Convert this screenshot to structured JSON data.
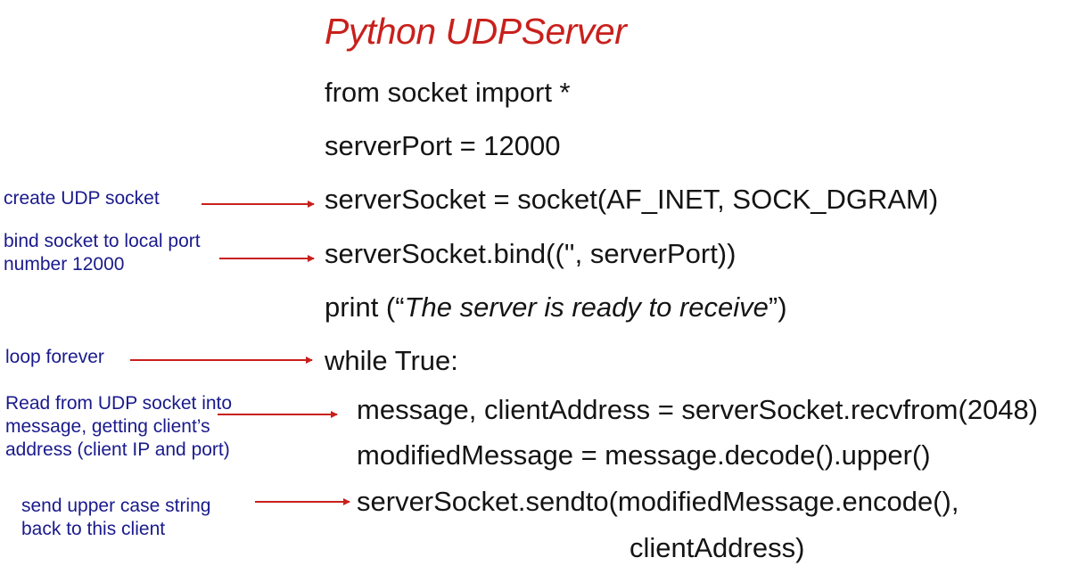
{
  "slide": {
    "title": "Python UDPServer",
    "code_lines": [
      "from socket import *",
      "serverPort = 12000",
      "serverSocket = socket(AF_INET, SOCK_DGRAM)",
      "serverSocket.bind(('', serverPort))",
      {
        "prefix": "print (“",
        "italic": "The server is ready to receive",
        "suffix": "”)"
      },
      "while True:",
      "message, clientAddress = serverSocket.recvfrom(2048)",
      "modifiedMessage = message.decode().upper()",
      "serverSocket.sendto(modifiedMessage.encode(),",
      "clientAddress)"
    ],
    "annotations": [
      [
        "create UDP socket"
      ],
      [
        "bind socket to local port",
        "number 12000"
      ],
      [
        "loop forever"
      ],
      [
        "Read from UDP socket into",
        "message, getting client’s",
        "address (client IP and port)"
      ],
      [
        "send upper case string",
        "back to this client"
      ]
    ],
    "colors": {
      "title": "#c8201c",
      "code": "#141414",
      "annotation": "#1a1a8c",
      "arrow": "#c8201c"
    }
  }
}
